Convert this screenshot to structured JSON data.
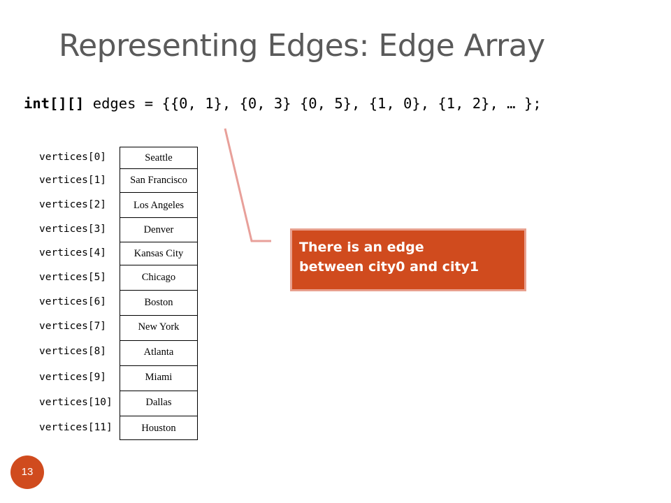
{
  "slide": {
    "title": "Representing Edges: Edge Array",
    "slide_number": "13"
  },
  "code": {
    "keyword": "int[][]",
    "rest": " edges = {{0, 1}, {0, 3} {0, 5}, {1, 0}, {1, 2}, … };"
  },
  "vertices": {
    "labels": [
      "vertices[0]",
      "vertices[1]",
      "vertices[2]",
      "vertices[3]",
      "vertices[4]",
      "vertices[5]",
      "vertices[6]",
      "vertices[7]",
      "vertices[8]",
      "vertices[9]",
      "vertices[10]",
      "vertices[11]"
    ],
    "cities": [
      "Seattle",
      "San Francisco",
      "Los Angeles",
      "Denver",
      "Kansas City",
      "Chicago",
      "Boston",
      "New York",
      "Atlanta",
      "Miami",
      "Dallas",
      "Houston"
    ]
  },
  "callout": {
    "line1": "There is an edge",
    "line2": "between  city0 and city1"
  },
  "colors": {
    "accent": "#d04b1e",
    "callout_border": "#e8a08e",
    "connector": "#e8a09a",
    "title": "#5a5a5a"
  }
}
